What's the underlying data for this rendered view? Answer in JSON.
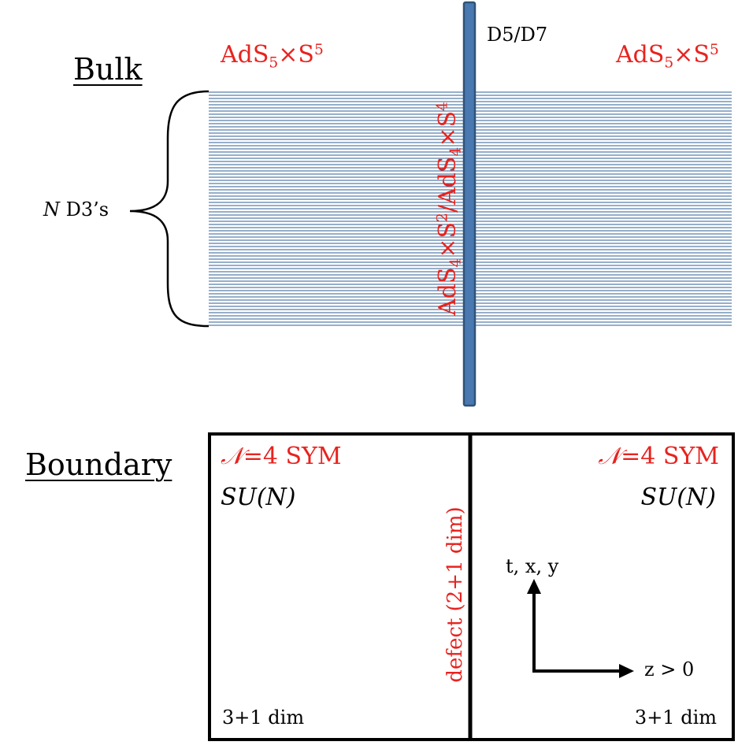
{
  "bulk": {
    "title": "Bulk",
    "left_space": {
      "base": "AdS",
      "sub": "5",
      "times": "×S",
      "sup": "5"
    },
    "right_space": {
      "base": "AdS",
      "sub": "5",
      "times": "×S",
      "sup": "5"
    },
    "brane_label": "D5/D7",
    "stack_label_n": "N",
    "stack_label_rest": " D3’s",
    "brane_geometry": {
      "a_base": "AdS",
      "a_sub": "4",
      "a_times": "×S",
      "a_sup": "2",
      "slash": "/",
      "b_base": "AdS",
      "b_sub": "4",
      "b_times": "×S",
      "b_sup": "4"
    },
    "colors": {
      "lines": "#2e5f94",
      "brane_fill": "#4a78b0",
      "brane_stroke": "#2f5379",
      "label": "#e8231f"
    }
  },
  "boundary": {
    "title": "Boundary",
    "left_theory": {
      "n_symbol": "𝒩",
      "rest": "=4 SYM"
    },
    "right_theory": {
      "n_symbol": "𝒩",
      "rest": "=4 SYM"
    },
    "left_group": "SU(N)",
    "right_group": "SU(N)",
    "defect_label": "defect (2+1 dim)",
    "left_dim": "3+1 dim",
    "right_dim": "3+1 dim",
    "axis_vertical_label": "t, x, y",
    "axis_horizontal_label": "z > 0"
  }
}
